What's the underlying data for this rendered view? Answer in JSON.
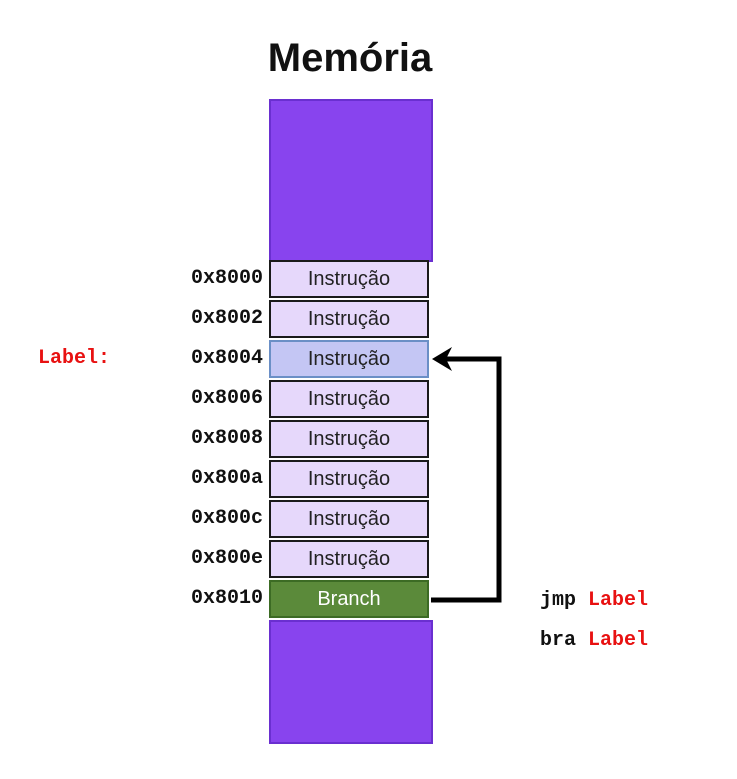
{
  "title": "Memória",
  "cells": [
    {
      "address": "0x8000",
      "text": "Instrução"
    },
    {
      "address": "0x8002",
      "text": "Instrução"
    },
    {
      "address": "0x8004",
      "text": "Instrução"
    },
    {
      "address": "0x8006",
      "text": "Instrução"
    },
    {
      "address": "0x8008",
      "text": "Instrução"
    },
    {
      "address": "0x800a",
      "text": "Instrução"
    },
    {
      "address": "0x800c",
      "text": "Instrução"
    },
    {
      "address": "0x800e",
      "text": "Instrução"
    },
    {
      "address": "0x8010",
      "text": "Branch"
    }
  ],
  "label_tag": "Label:",
  "code": [
    {
      "op": "jmp",
      "arg": "Label"
    },
    {
      "op": "bra",
      "arg": "Label"
    }
  ],
  "colors": {
    "memory": "#8844ee",
    "instruction": "#e6d8fb",
    "target": "#c4c6f4",
    "branch": "#5b8a3a",
    "label": "#e81111"
  }
}
